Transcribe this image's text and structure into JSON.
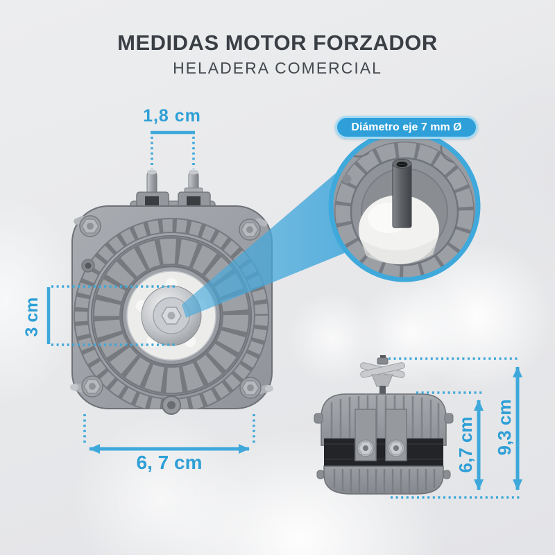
{
  "page": {
    "title": "MEDIDAS MOTOR FORZADOR",
    "subtitle": "HELADERA COMERCIAL"
  },
  "detail_callout": {
    "badge_label": "Diámetro eje 7 mm Ø"
  },
  "dimensions": {
    "terminal_spacing_label": "1,8 cm",
    "hub_diameter_label": "3 cm",
    "front_width_label": "6, 7 cm",
    "side_body_height_label": "6,7 cm",
    "side_total_height_label": "9,3 cm"
  },
  "colors": {
    "accent": "#3EA8DB",
    "badge_fill": "#2E9FD9",
    "badge_border": "#A6DBF4",
    "title_text": "#3A3F45",
    "background": "#E9EAEC"
  }
}
